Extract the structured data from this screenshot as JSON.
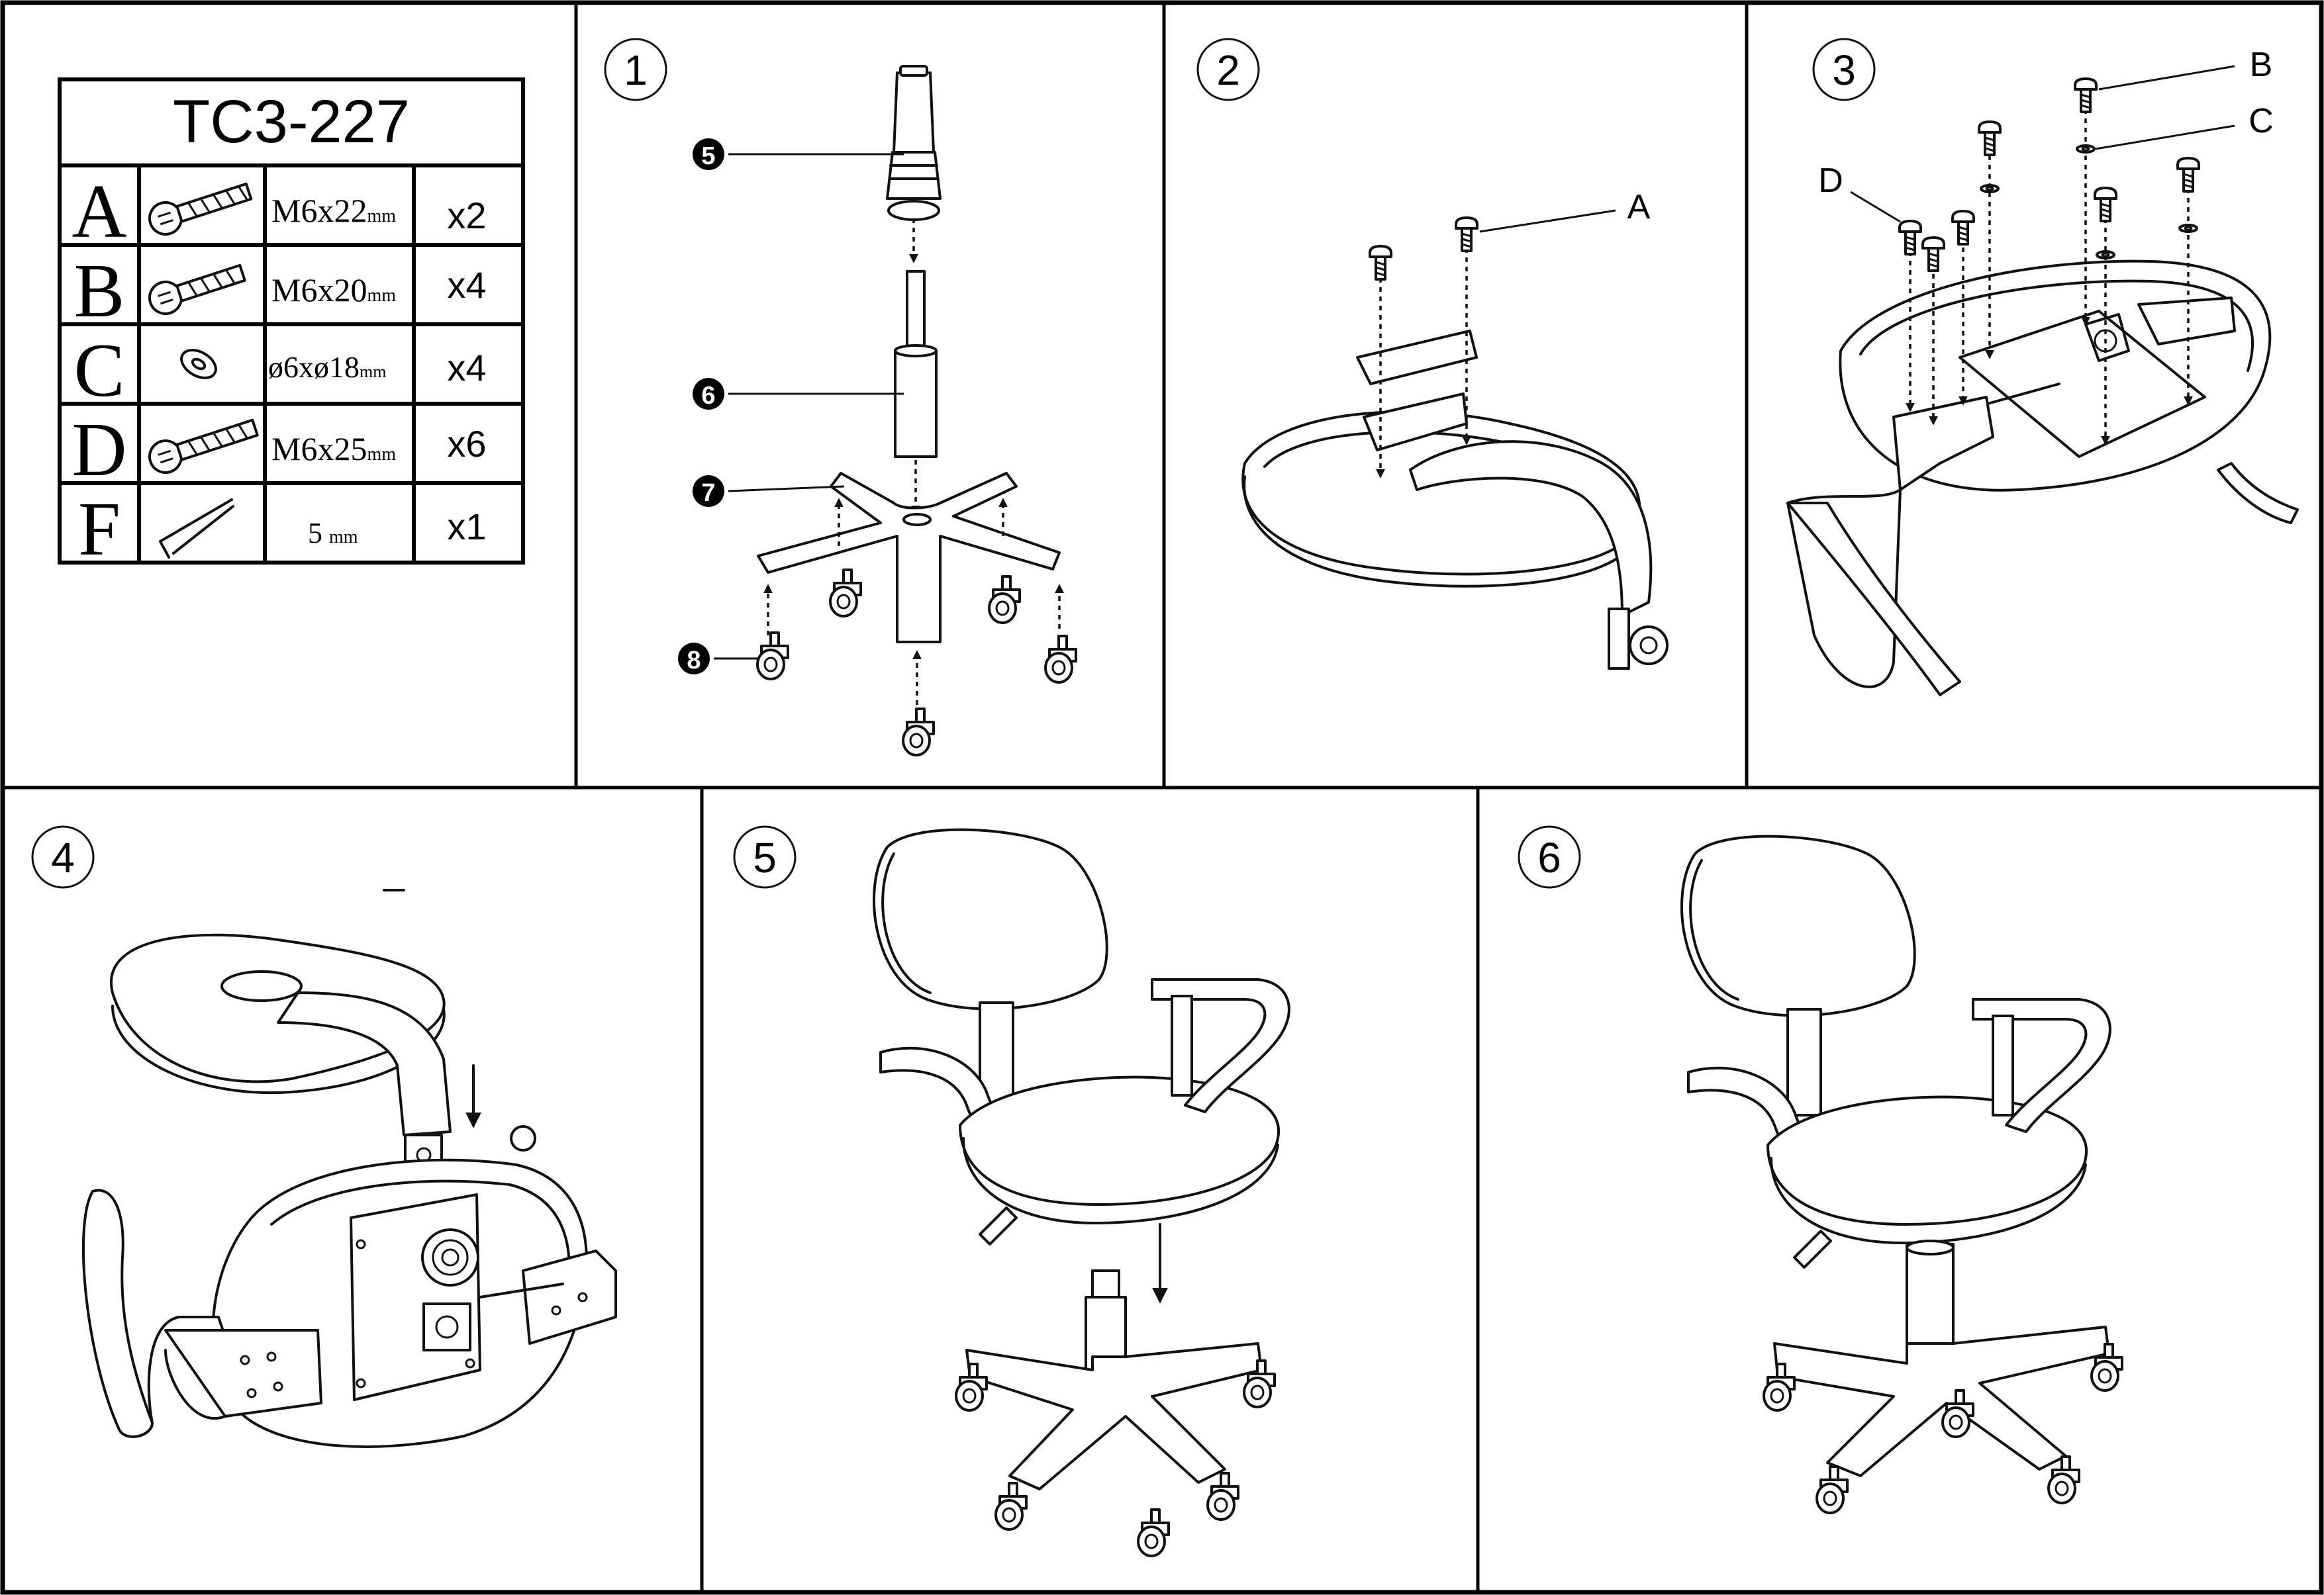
{
  "model": "TC3-227",
  "parts_table": {
    "rows": [
      {
        "letter": "A",
        "icon": "bolt-icon",
        "size": "M6x22",
        "unit": "mm",
        "qty": "x2"
      },
      {
        "letter": "B",
        "icon": "bolt-icon",
        "size": "M6x20",
        "unit": "mm",
        "qty": "x4"
      },
      {
        "letter": "C",
        "icon": "washer-icon",
        "size": "ø6xø18",
        "unit": "mm",
        "qty": "x4"
      },
      {
        "letter": "D",
        "icon": "bolt-icon",
        "size": "M6x25",
        "unit": "mm",
        "qty": "x6"
      },
      {
        "letter": "F",
        "icon": "hex-key-icon",
        "size": "5",
        "unit": "mm",
        "qty": "x1"
      }
    ]
  },
  "steps": [
    {
      "number": "1",
      "callouts": [
        "5",
        "6",
        "7",
        "8"
      ]
    },
    {
      "number": "2",
      "callouts": [
        "A"
      ]
    },
    {
      "number": "3",
      "callouts": [
        "B",
        "C",
        "D"
      ]
    },
    {
      "number": "4"
    },
    {
      "number": "5"
    },
    {
      "number": "6"
    }
  ]
}
